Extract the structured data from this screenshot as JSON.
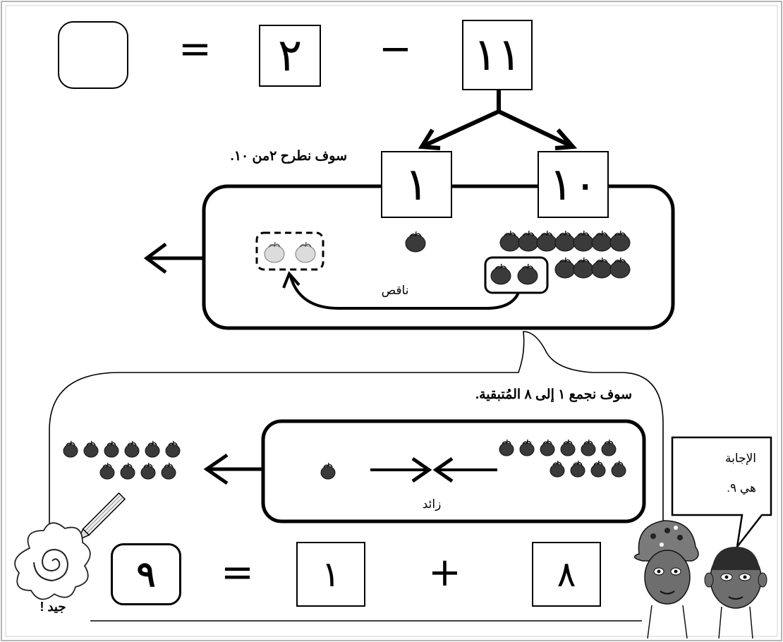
{
  "top_equation": {
    "minuend": "١١",
    "minus": "−",
    "subtrahend": "٢",
    "equals": "=",
    "result": ""
  },
  "split": {
    "ones": "١",
    "tens": "١٠",
    "instruction": "سوف نطرح ٢من ١٠."
  },
  "take_away_label": "ناقص",
  "add_instruction": "سوف نجمع ١ إلى ٨ المُتبقية.",
  "add_label": "زائد",
  "bottom_equation": {
    "addend": "٨",
    "plus": "+",
    "one": "١",
    "equals": "=",
    "answer": "٩"
  },
  "speech_bubble": {
    "line1": "الإجابة",
    "line2": "هي ٩."
  },
  "good_label": "جيد !",
  "colors": {
    "ink": "#000000",
    "tomato_dark": "#3a3a3a",
    "tomato_light": "#dcdcdc"
  }
}
